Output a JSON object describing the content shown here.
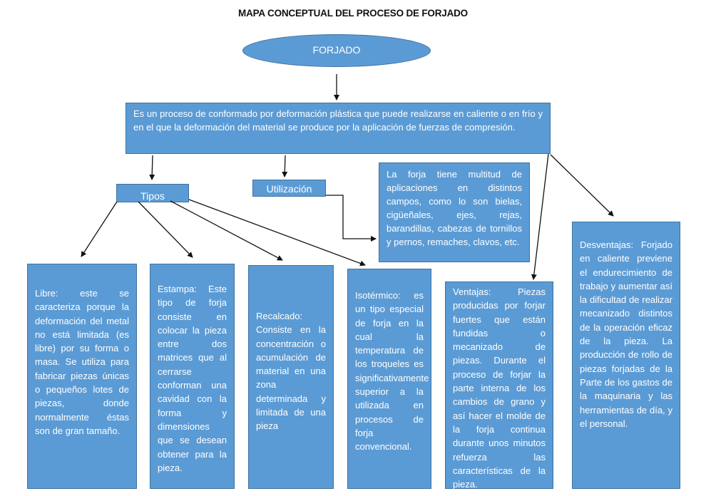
{
  "title": "MAPA CONCEPTUAL DEL PROCESO DE FORJADO",
  "root": {
    "label": "FORJADO"
  },
  "definition": {
    "text": "Es un proceso de conformado por deformación plástica que puede realizarse en caliente o en frío y en el que la deformación del material se produce por la aplicación de fuerzas de compresión."
  },
  "tipos": {
    "label": "Tipos",
    "items": [
      {
        "name": "Libre",
        "text": "Libre: este se caracteriza porque la deformación del metal no está limitada (es libre) por su forma o masa. Se utiliza para fabricar piezas únicas o pequeños lotes de piezas, donde normalmente éstas son de gran tamaño."
      },
      {
        "name": "Estampa",
        "text": "Estampa: Este tipo de forja consiste en colocar la pieza entre dos matrices que al cerrarse conforman una cavidad con la forma y dimensiones que se desean obtener para la pieza."
      },
      {
        "name": "Recalcado",
        "text": "Recalcado: Consiste en la concentración o acumulación de material en una zona determinada y limitada de una pieza"
      },
      {
        "name": "Isotérmico",
        "text": "Isotérmico: es un tipo especial de forja en la cual la temperatura de los troqueles es significativamente superior a la utilizada en procesos de forja convencional."
      }
    ]
  },
  "utilizacion": {
    "label": "Utilización",
    "text": "La forja tiene multitud de aplicaciones en distintos campos, como lo son bielas, cigüeñales, ejes, rejas, barandillas, cabezas de tornillos y pernos, remaches, clavos, etc."
  },
  "ventajas": {
    "text": "Ventajas: Piezas producidas por forjar fuertes que están fundidas o mecanizado de piezas. Durante el proceso de forjar la parte interna de los cambios de grano y así hacer el molde de la forja continua durante unos minutos refuerza las características de la pieza."
  },
  "desventajas": {
    "text": "Desventajas: Forjado en caliente previene el endurecimiento de trabajo y aumentar así la dificultad de realizar mecanizado distintos de la operación eficaz de la pieza. La producción de rollo de piezas forjadas de la Parte de los gastos de la maquinaria y las herramientas de día, y el personal."
  },
  "colors": {
    "node_fill": "#5b9bd5",
    "node_border": "#41719c",
    "node_text": "#ffffff",
    "connector": "#111111"
  }
}
